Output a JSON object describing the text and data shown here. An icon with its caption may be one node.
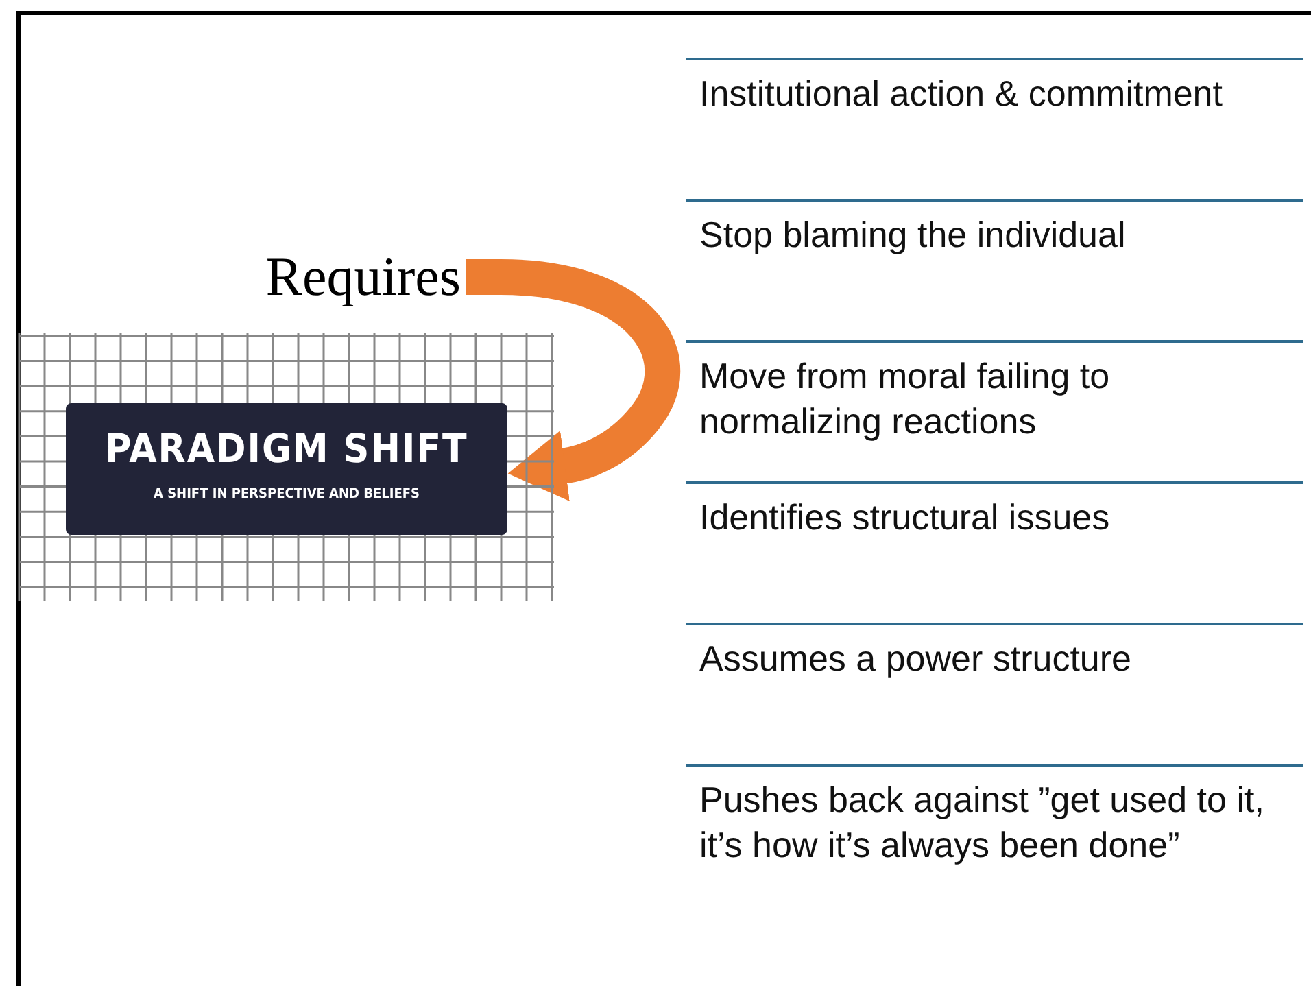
{
  "diagram": {
    "nodes": [
      {
        "text": [
          "Requires"
        ]
      },
      {
        "text": [
          "PARADIGM SHIFT",
          "A SHIFT IN PERSPECTIVE AND BELIEFS"
        ]
      }
    ],
    "edges": [
      {
        "from": 0,
        "to": 1,
        "arrow": "to",
        "color": "#ed7d31"
      }
    ],
    "labels": [
      "Institutional action & commitment",
      "Stop blaming the individual",
      "Move from moral failing to normalizing reactions",
      "Identifies structural issues",
      "Assumes a power structure",
      "Pushes back against ”get used to it, it’s how it’s always been done”"
    ]
  }
}
